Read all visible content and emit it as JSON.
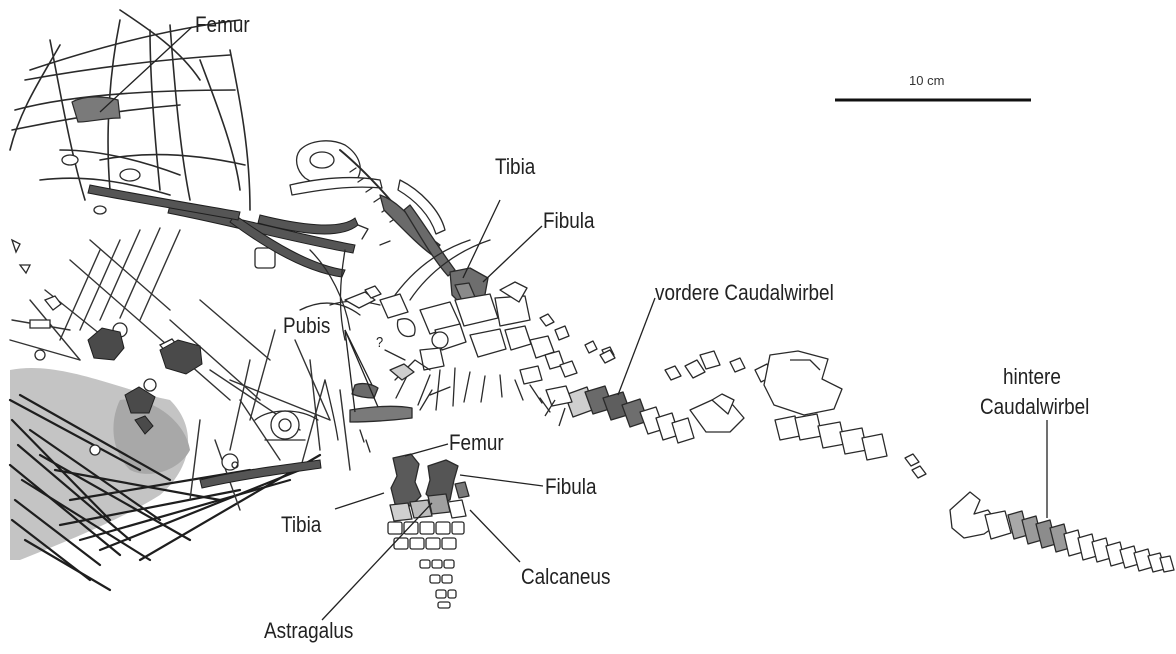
{
  "scale_bar": {
    "label": "10 cm"
  },
  "labels": {
    "femur_top": "Femur",
    "tibia_top": "Tibia",
    "fibula_top": "Fibula",
    "vordere": "vordere Caudalwirbel",
    "pubis": "Pubis",
    "question": "?",
    "femur_lower": "Femur",
    "fibula_lower": "Fibula",
    "tibia_lower": "Tibia",
    "calcaneus": "Calcaneus",
    "astragalus": "Astragalus",
    "hintere_line1": "hintere",
    "hintere_line2": "Caudalwirbel"
  },
  "colors": {
    "outline": "#2a2a2a",
    "highlight_bone": "#7a7a7a",
    "dark_bone": "#5a5a5a",
    "shadow_fill": "#b8b8b8",
    "light_fill": "#d9d9d9"
  }
}
